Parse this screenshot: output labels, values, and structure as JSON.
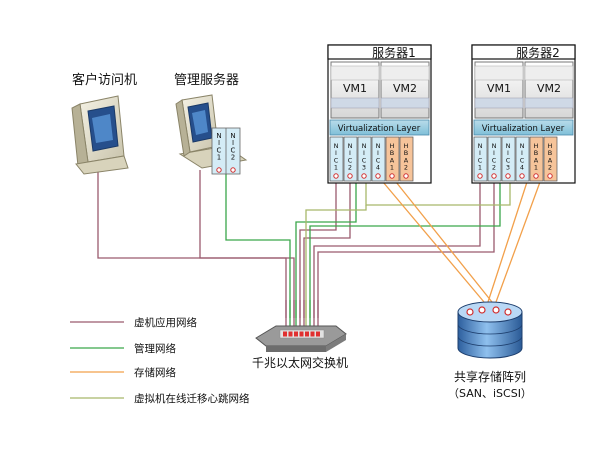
{
  "client": {
    "label": "客户访问机"
  },
  "mgmt": {
    "label": "管理服务器",
    "nics": [
      "NIC1",
      "NIC2"
    ]
  },
  "servers": [
    {
      "title": "服务器1",
      "vms": [
        "VM1",
        "VM2"
      ],
      "layer": "Virtualization Layer",
      "ports": [
        "NIC1",
        "NIC2",
        "NIC3",
        "NIC4",
        "HBA1",
        "HBA2"
      ]
    },
    {
      "title": "服务器2",
      "vms": [
        "VM1",
        "VM2"
      ],
      "layer": "Virtualization Layer",
      "ports": [
        "NIC1",
        "NIC2",
        "NIC3",
        "NIC4",
        "HBA1",
        "HBA2"
      ]
    }
  ],
  "switch": {
    "label": "千兆以太网交换机"
  },
  "storage": {
    "label": "共享存储阵列",
    "sublabel": "（SAN、iSCSI）"
  },
  "legend": [
    {
      "label": "虚机应用网络",
      "color": "#9a5a6e"
    },
    {
      "label": "管理网络",
      "color": "#3aa64a"
    },
    {
      "label": "存储网络",
      "color": "#f2a04a"
    },
    {
      "label": "虚拟机在线迁移心跳网络",
      "color": "#a8b86a"
    }
  ]
}
